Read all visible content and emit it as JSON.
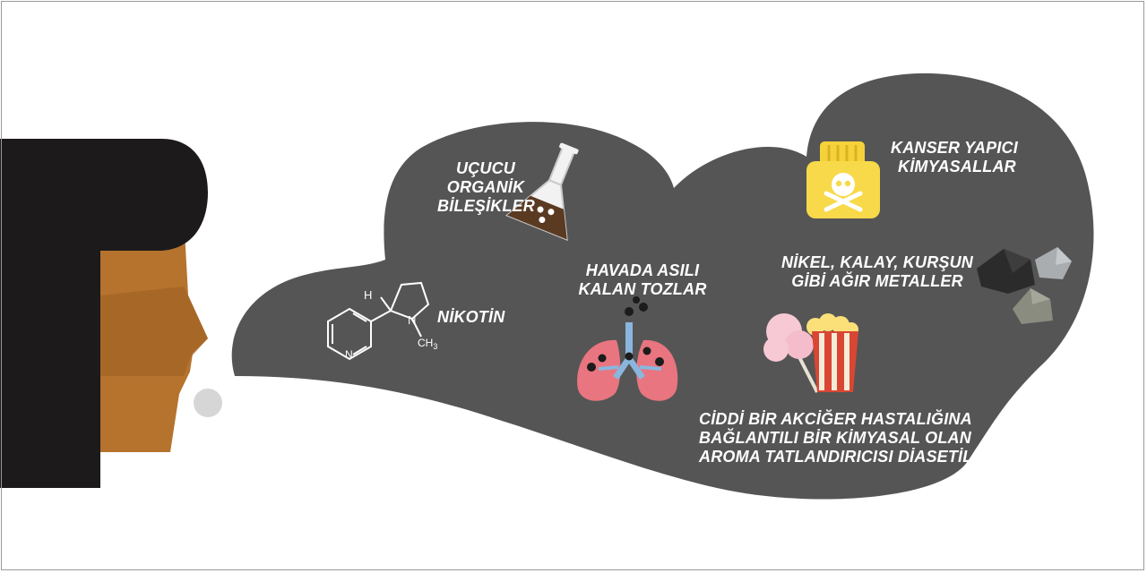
{
  "labels": {
    "volatile": [
      "UÇUCU",
      "ORGANİK",
      "BİLEŞİKLER"
    ],
    "carcinogen": [
      "KANSER YAPICI",
      "KİMYASALLAR"
    ],
    "nicotine": [
      "NİKOTİN"
    ],
    "dust": [
      "HAVADA ASILI",
      "KALAN TOZLAR"
    ],
    "metals": [
      "NİKEL, KALAY, KURŞUN",
      "GİBİ AĞIR METALLER"
    ],
    "diacetyl": [
      "CİDDİ BİR AKCİĞER HASTALIĞINA",
      "BAĞLANTILI BİR KİMYASAL OLAN",
      "AROMA TATLANDIRICISI DİASETİL"
    ]
  },
  "molecule": {
    "h_label": "H",
    "n_label": "N",
    "n_label_ring": "N",
    "ch3_label": "CH",
    "ch3_sub": "3"
  },
  "colors": {
    "cloud": "#555555",
    "hair": "#1c1a1b",
    "skin": "#b5732e",
    "skin_shadow": "#9a5f22",
    "bubble": "#d6d6d6"
  }
}
